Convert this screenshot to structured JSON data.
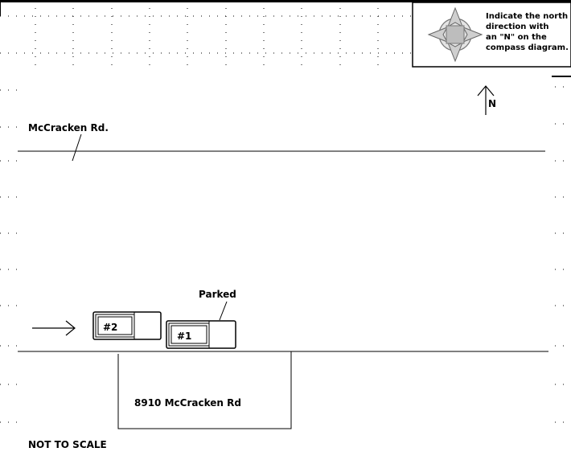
{
  "instruction": {
    "lines": [
      "Indicate the north",
      "direction with",
      "an \"N\" on the",
      "compass diagram."
    ]
  },
  "labels": {
    "street": "McCracken Rd.",
    "parked": "Parked",
    "address": "8910 McCracken Rd",
    "scale_note": "NOT TO SCALE",
    "north": "N"
  },
  "vehicles": [
    {
      "id": "v2",
      "label": "#2"
    },
    {
      "id": "v1",
      "label": "#1"
    }
  ],
  "icons": [
    "compass-icon",
    "north-arrow-icon",
    "direction-arrow-icon"
  ]
}
